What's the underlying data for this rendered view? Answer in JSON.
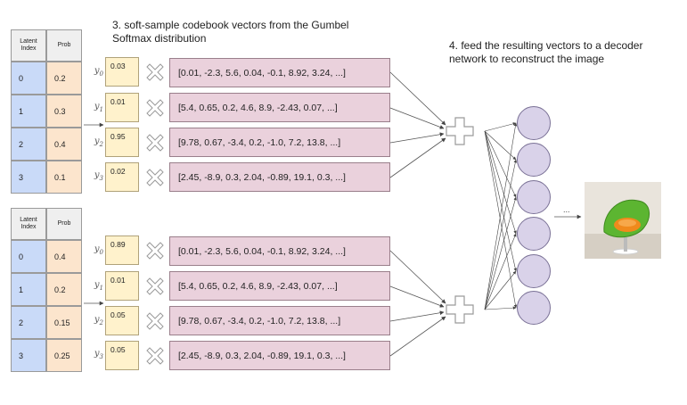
{
  "steps": {
    "soft_sample": "3. soft-sample codebook vectors from the Gumbel Softmax distribution",
    "feed_decoder": "4. feed the resulting vectors to a decoder network to reconstruct the image"
  },
  "table_headers": {
    "index": "Latent Index",
    "prob": "Prob"
  },
  "groups": [
    {
      "rows": [
        {
          "index": "0",
          "prob": "0.2",
          "y_label": "y",
          "y_sub": "0",
          "gumbel": "0.03",
          "vector": "[0.01, -2.3, 5.6, 0.04, -0.1, 8.92, 3.24, ...]"
        },
        {
          "index": "1",
          "prob": "0.3",
          "y_label": "y",
          "y_sub": "1",
          "gumbel": "0.01",
          "vector": "[5.4, 0.65, 0.2, 4.6, 8.9, -2.43, 0.07, ...]"
        },
        {
          "index": "2",
          "prob": "0.4",
          "y_label": "y",
          "y_sub": "2",
          "gumbel": "0.95",
          "vector": "[9.78, 0.67, -3.4, 0.2, -1.0, 7.2, 13.8, ...]"
        },
        {
          "index": "3",
          "prob": "0.1",
          "y_label": "y",
          "y_sub": "3",
          "gumbel": "0.02",
          "vector": "[2.45, -8.9, 0.3, 2.04, -0.89, 19.1, 0.3, ...]"
        }
      ]
    },
    {
      "rows": [
        {
          "index": "0",
          "prob": "0.4",
          "y_label": "y",
          "y_sub": "0",
          "gumbel": "0.89",
          "vector": "[0.01, -2.3, 5.6, 0.04, -0.1, 8.92, 3.24, ...]"
        },
        {
          "index": "1",
          "prob": "0.2",
          "y_label": "y",
          "y_sub": "1",
          "gumbel": "0.01",
          "vector": "[5.4, 0.65, 0.2, 4.6, 8.9, -2.43, 0.07, ...]"
        },
        {
          "index": "2",
          "prob": "0.15",
          "y_label": "y",
          "y_sub": "2",
          "gumbel": "0.05",
          "vector": "[9.78, 0.67, -3.4, 0.2, -1.0, 7.2, 13.8, ...]"
        },
        {
          "index": "3",
          "prob": "0.25",
          "y_label": "y",
          "y_sub": "3",
          "gumbel": "0.05",
          "vector": "[2.45, -8.9, 0.3, 2.04, -0.89, 19.1, 0.3, ...]"
        }
      ]
    }
  ],
  "decoder": {
    "node_count": 6,
    "output_arrow_label": "..."
  },
  "colors": {
    "index_cell": "#c9daf8",
    "prob_cell": "#fce5cd",
    "gumbel_cell": "#fff2cc",
    "vector_cell": "#ead1dc",
    "decoder_node": "#d9d2e9"
  }
}
